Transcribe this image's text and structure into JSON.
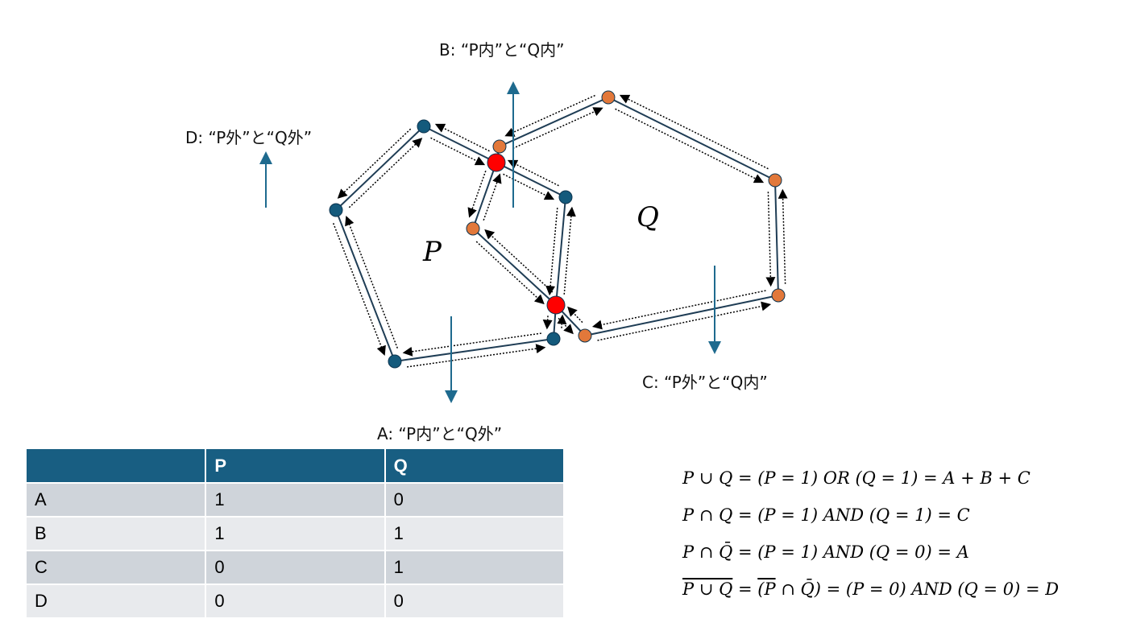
{
  "labels": {
    "A": "A: “P内”と“Q外”",
    "B": "B: “P内”と“Q内”",
    "C": "C: “P外”と“Q内”",
    "D": "D: “P外”と“Q外”",
    "P": "P",
    "Q": "Q"
  },
  "colors": {
    "p_node": "#145a7c",
    "q_node": "#e2783a",
    "intersection": "#ff0000",
    "edge": "#1f3d55",
    "arrow": "#1e6a8e",
    "header": "#185e82"
  },
  "table": {
    "headers": [
      "",
      "P",
      "Q"
    ],
    "rows": [
      [
        "A",
        "1",
        "0"
      ],
      [
        "B",
        "1",
        "1"
      ],
      [
        "C",
        "0",
        "1"
      ],
      [
        "D",
        "0",
        "0"
      ]
    ]
  },
  "equations": {
    "eq1": "P ∪ Q = (P = 1) OR (Q = 1) = A + B + C",
    "eq2": "P ∩ Q = (P = 1) AND (Q = 1) = C",
    "eq3": "P ∩ Q̄ = (P = 1) AND (Q = 0) = A",
    "eq4_a": "P ∪ Q",
    "eq4_b": " = ",
    "eq4_c": "(P",
    "eq4_d": " ∩ Q̄)",
    "eq4_e": " = (P = 0) AND (Q = 0) = D"
  }
}
